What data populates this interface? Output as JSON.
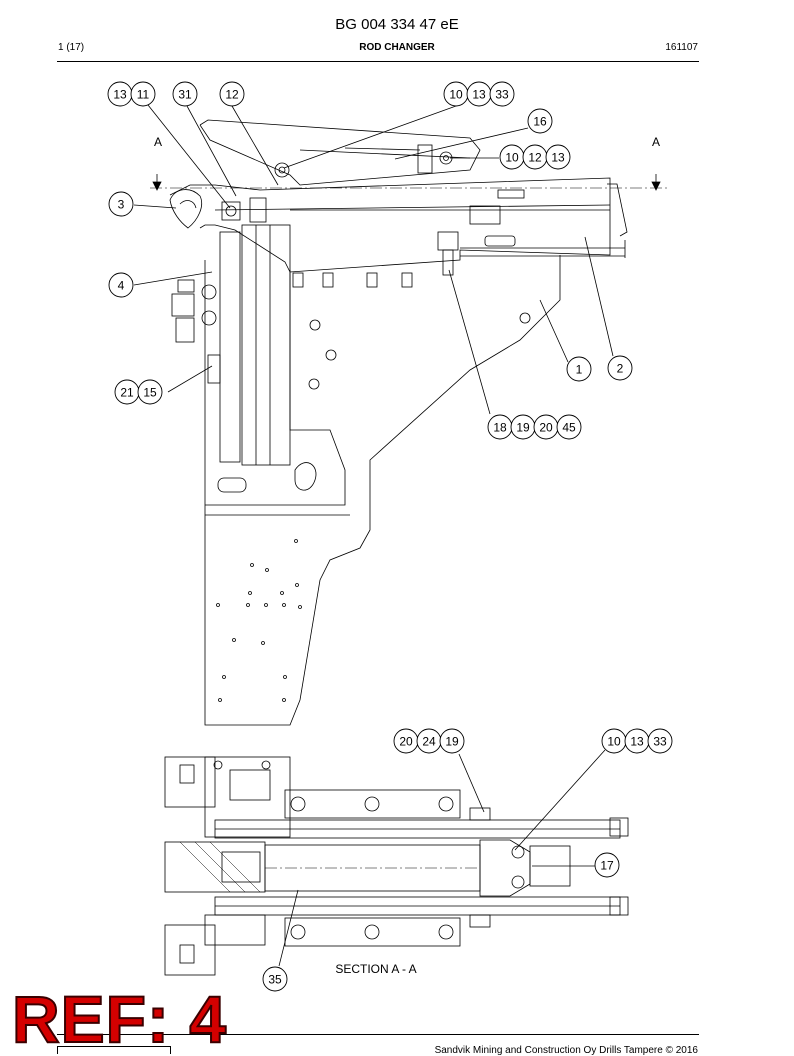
{
  "header": {
    "doc_number": "BG 004 334 47 eE",
    "page": "1 (17)",
    "title": "ROD CHANGER",
    "date_code": "161107"
  },
  "section_markers": [
    "A",
    "A"
  ],
  "section_label": "SECTION A - A",
  "callouts": {
    "c1311": [
      "13",
      "11"
    ],
    "c31": [
      "31"
    ],
    "c12": [
      "12"
    ],
    "c101333": [
      "10",
      "13",
      "33"
    ],
    "c16": [
      "16"
    ],
    "c101213": [
      "10",
      "12",
      "13"
    ],
    "c3": [
      "3"
    ],
    "c4": [
      "4"
    ],
    "c2115": [
      "21",
      "15"
    ],
    "c1": [
      "1"
    ],
    "c2": [
      "2"
    ],
    "c18192045": [
      "18",
      "19",
      "20",
      "45"
    ],
    "c202419": [
      "20",
      "24",
      "19"
    ],
    "c101333b": [
      "10",
      "13",
      "33"
    ],
    "c17": [
      "17"
    ],
    "c35": [
      "35"
    ]
  },
  "ref_stamp": "REF: 4",
  "footer": {
    "copyright": "Sandvik Mining and Construction Oy Drills Tampere © 2016"
  }
}
